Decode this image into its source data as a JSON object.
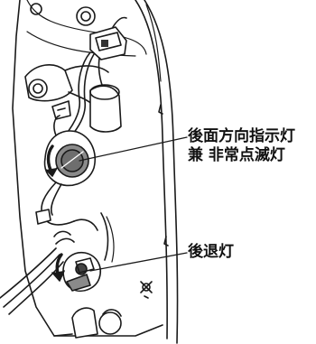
{
  "labels": {
    "rear_turn_signal_line1": "後面方向指示灯",
    "rear_turn_signal_line2": "兼 非常点滅灯",
    "reversing_lamp": "後退灯"
  },
  "colors": {
    "line": "#1a1a1a",
    "socket_fill": "#8a8a8a",
    "socket_dark": "#444444",
    "background": "#ffffff"
  }
}
